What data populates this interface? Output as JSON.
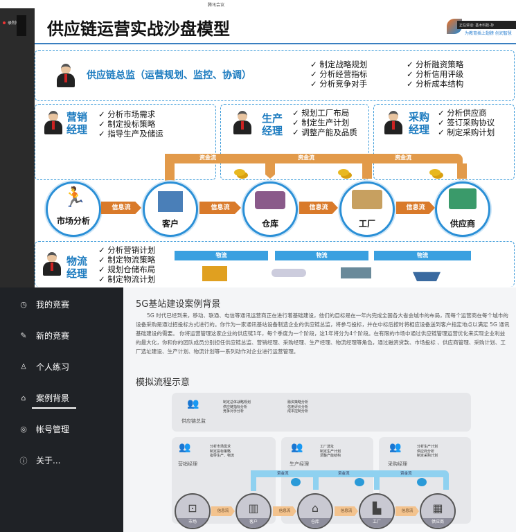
{
  "meeting": {
    "app_label": "腾讯会议",
    "recording": "录制中",
    "speaking": "正在讲话: 基木科技-孙"
  },
  "slide": {
    "title": "供应链运营实战沙盘模型",
    "logo_slogan": "为教育插上翅膀 创润智慧",
    "director": {
      "role": "供应链总监（运营规划、监控、协调）",
      "tasks_a": [
        "制定战略规划",
        "分析经营指标",
        "分析竞争对手"
      ],
      "tasks_b": [
        "分析融资策略",
        "分析信用评级",
        "分析成本结构"
      ]
    },
    "marketing": {
      "role1": "营销",
      "role2": "经理",
      "tasks": [
        "分析市场需求",
        "制定投标策略",
        "指导生产及储运"
      ]
    },
    "production": {
      "role1": "生产",
      "role2": "经理",
      "tasks": [
        "规划工厂布局",
        "制定生产计划",
        "调整产能及品质"
      ]
    },
    "purchasing": {
      "role1": "采购",
      "role2": "经理",
      "tasks": [
        "分析供应商",
        "签订采购协议",
        "制定采购计划"
      ]
    },
    "logistics": {
      "role1": "物流",
      "role2": "经理",
      "tasks": [
        "分析营销计划",
        "制定物流策略",
        "规划仓储布局",
        "制定物流计划"
      ]
    },
    "nodes": [
      "市场分析",
      "客户",
      "仓库",
      "工厂",
      "供应商"
    ],
    "info_flow": "信息流",
    "money_flow": "资金流",
    "goods_flow": "物流"
  },
  "sidebar": {
    "items": [
      {
        "icon": "clock-icon",
        "glyph": "◷",
        "label": "我的竞赛"
      },
      {
        "icon": "edit-icon",
        "glyph": "✎",
        "label": "新的竞赛"
      },
      {
        "icon": "user-icon",
        "glyph": "♙",
        "label": "个人练习"
      },
      {
        "icon": "home-icon",
        "glyph": "⌂",
        "label": "案例背景"
      },
      {
        "icon": "account-icon",
        "glyph": "◎",
        "label": "帐号管理"
      },
      {
        "icon": "info-icon",
        "glyph": "ⓘ",
        "label": "关于..."
      }
    ]
  },
  "content": {
    "heading": "5G基站建设案例背景",
    "paragraph": "5G 时代已经到来，移动、联通、电信等通讯运营商正在进行着基础建设，他们的目标是在一年内完成全国各大省会城市的布局，而每个运营商在每个城市的设备采购是通过招投标方式进行的。你作为一家通讯基站设备制造企业的供应链总监，将参与投标，并在中标后按时将相应设备送到客户指定地点以满足 5G 通讯基础建设的需要。 你将运营管理这家企业的供应链1年，每个季度为一个阶段，这1年将分为4个阶段。在有限的市场中通过供应链管理运营优化来实现企业利益的最大化，你和你的团队成员分别担任供应链总监、营销经理、采购经理、生产经理、物流经理等角色，通过融资贷款、市场投标 、供应商管理、采购计划、工厂选址建设、生产计划、物流计划等一系列动作对企业进行运营管理。",
    "diagram_heading": "模拟流程示意",
    "diagram": {
      "director": {
        "label": "供应链总监",
        "tasks_a": [
          "制定总体战略规划",
          "供应链指标分析",
          "竞争对手分析"
        ],
        "tasks_b": [
          "融资策略分析",
          "信用评价分析",
          "成本控制分析"
        ]
      },
      "marketing": {
        "label": "营销经理",
        "tasks": [
          "分析市场需求",
          "制定投标策略",
          "指导生产、物流"
        ]
      },
      "production": {
        "label": "生产经理",
        "tasks": [
          "工厂选址",
          "制定生产计划",
          "调整产能结构"
        ]
      },
      "purchasing": {
        "label": "采购经理",
        "tasks": [
          "分析生产计划",
          "供应商分析",
          "制定采购计划"
        ]
      },
      "nodes": [
        "市场",
        "客户",
        "仓库",
        "工厂",
        "供应商"
      ],
      "info_flow": "信息流",
      "money_flow": "资金流"
    }
  }
}
